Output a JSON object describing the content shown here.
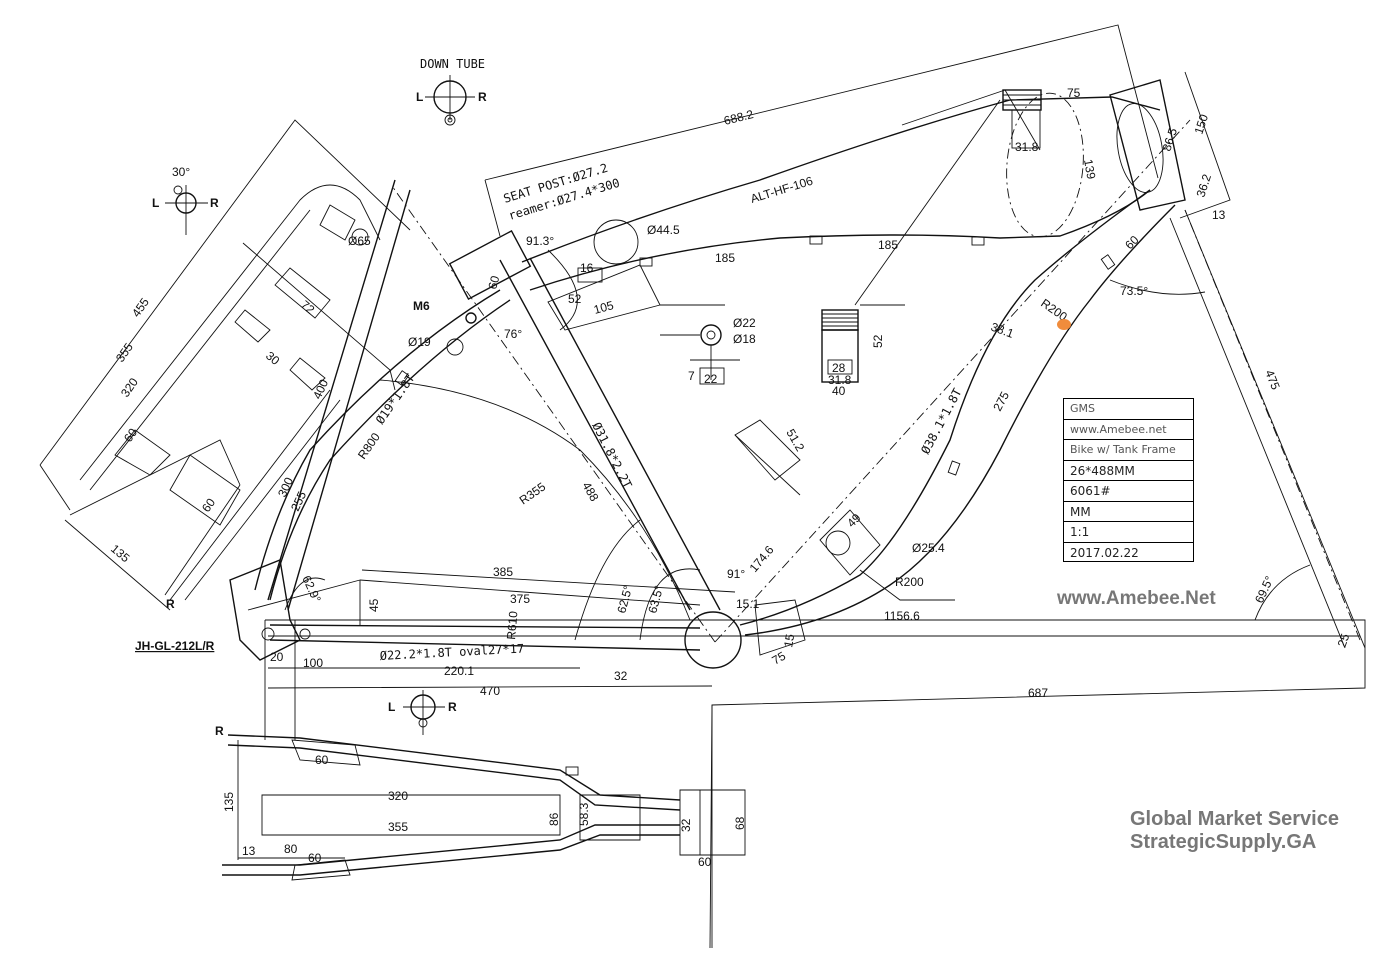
{
  "drawing": {
    "model": "ALT-HF-106",
    "seat_post_spec": "SEAT POST:Ø27.2",
    "reamer_spec": "reamer:Ø27.4*300",
    "down_tube_view": {
      "title": "DOWN TUBE",
      "left": "L",
      "right": "R"
    },
    "view_labels": {
      "left": "L",
      "right": "R",
      "angle_30": "30°"
    },
    "dimensions": {
      "d688_2": "688.2",
      "d75": "75",
      "d150": "150",
      "d86_5": "86.5",
      "d36_2": "36.2",
      "d13": "13",
      "d139": "139",
      "d31_8a": "31.8",
      "d91_3": "91.3°",
      "d60a": "60",
      "d44_5": "Ø44.5",
      "d185a": "185",
      "d185b": "185",
      "d52a": "52",
      "d105": "105",
      "d16": "16",
      "d22": "Ø22",
      "d18": "Ø18",
      "d7": "7",
      "d22b": "22",
      "d52b": "52",
      "d28": "28",
      "d31_8b": "31.8",
      "d40": "40",
      "d60b": "60",
      "d73_5": "73.5°",
      "dR200a": "R200",
      "d38_1": "38.1",
      "d38_1_spec": "Ø38.1*1.8T",
      "d275": "275",
      "d475": "475",
      "d455": "455",
      "d355a": "355",
      "d320a": "320",
      "d60c": "60",
      "d60d": "60",
      "d135a": "135",
      "d65": "Ø65",
      "d72": "72",
      "d30": "30",
      "d400": "400",
      "d300": "300",
      "d255": "255",
      "dM6": "M6",
      "d19": "Ø19",
      "d76": "76°",
      "d19_spec": "Ø19*1.8T",
      "dR800": "R800",
      "dR355": "R355",
      "d488": "488",
      "d31_8_spec": "Ø31.8*2.2T",
      "d51_2": "51.2",
      "d91": "91°",
      "d174_6": "174.6",
      "d49": "49",
      "d25_4": "Ø25.4",
      "dR200b": "R200",
      "d62_9": "62.9°",
      "d385": "385",
      "d375": "375",
      "d45": "45",
      "dR610": "R610",
      "d62_5": "62.5°",
      "d63_5": "63.5°",
      "d15_1": "15.1",
      "d15": "15",
      "d75b": "75",
      "d1156_6": "1156.6",
      "d69_5": "69.5°",
      "d25": "25",
      "chainstay_spec": "Ø22.2*1.8T oval27*17",
      "d20": "20",
      "d100": "100",
      "d220_1": "220.1",
      "d32a": "32",
      "d470": "470",
      "d687": "687",
      "dropout": "JH-GL-212L/R",
      "d60e": "60",
      "d135b": "135",
      "d320b": "320",
      "d355b": "355",
      "d86": "86",
      "d58_3": "58.3",
      "d32b": "32",
      "d68": "68",
      "d60f": "60",
      "d13b": "13",
      "d80": "80",
      "d60g": "60",
      "r_mark": "R"
    }
  },
  "title_block": {
    "rows": [
      "GMS",
      "www.Amebee.net",
      "Bike w/ Tank Frame",
      "26*488MM",
      "6061#",
      "MM",
      "1:1",
      "2017.02.22"
    ]
  },
  "watermarks": {
    "site": "www.Amebee.Net",
    "line1": "Global Market Service",
    "line2": "StrategicSupply.GA"
  },
  "colors": {
    "ink": "#111111",
    "watermark": "#777777",
    "marker": "#f08c3c"
  }
}
